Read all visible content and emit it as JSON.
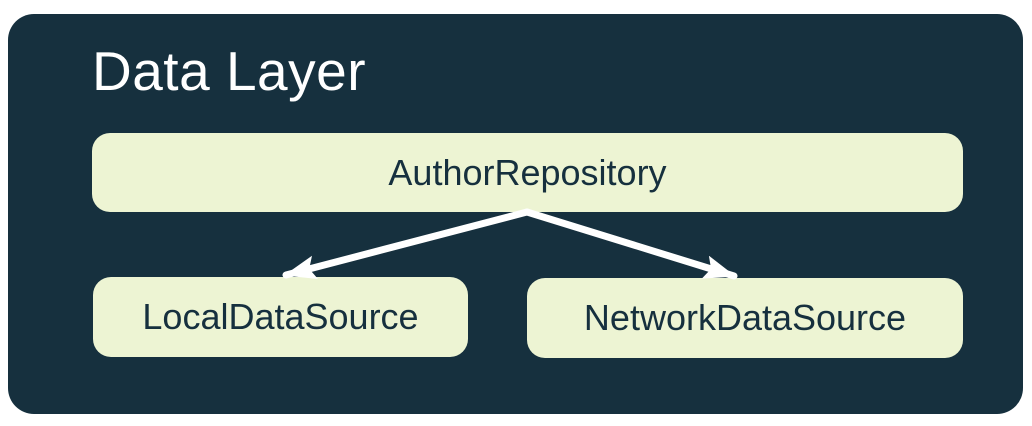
{
  "diagram": {
    "title": "Data Layer",
    "nodes": [
      {
        "id": "author-repository",
        "label": "AuthorRepository"
      },
      {
        "id": "local-data-source",
        "label": "LocalDataSource"
      },
      {
        "id": "network-data-source",
        "label": "NetworkDataSource"
      }
    ],
    "edges": [
      {
        "from": "author-repository",
        "to": "local-data-source",
        "style": "arrow"
      },
      {
        "from": "author-repository",
        "to": "network-data-source",
        "style": "arrow"
      }
    ],
    "colors": {
      "background": "#FFFFFF",
      "container": "#16303E",
      "node_fill": "#EDF4D3",
      "node_text": "#16303E",
      "title_text": "#FFFFFF",
      "arrow": "#FFFFFF"
    }
  }
}
